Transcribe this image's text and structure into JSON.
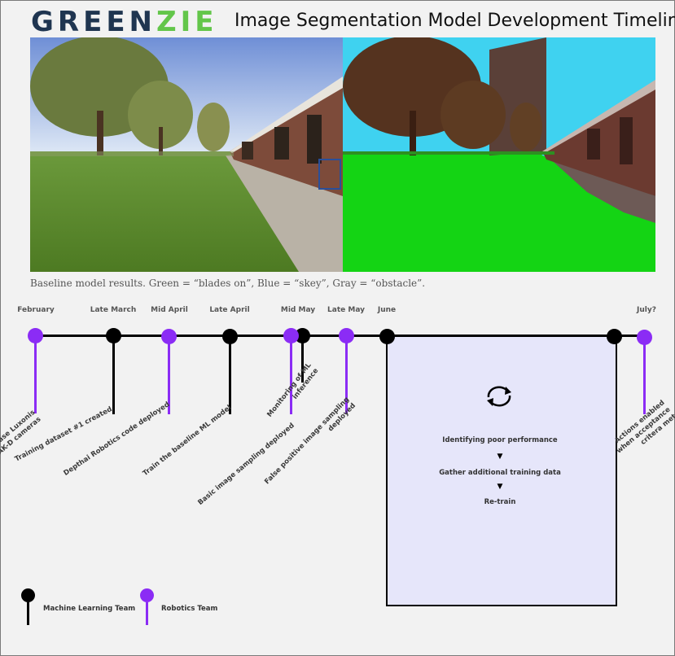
{
  "header": {
    "logo_part1": "GREEN",
    "logo_part2": "ZIE",
    "title": "Image Segmentation Model Development Timeline"
  },
  "colors": {
    "ml_team": "#000000",
    "robotics_team": "#8b2cf5",
    "segmentation_green": "#14d414",
    "segmentation_sky": "#3fd2f0",
    "loop_box_fill": "#e6e6fa"
  },
  "figure": {
    "left_image": "original-campus-photo",
    "right_image": "segmented-campus-photo",
    "caption": "Baseline model results. Green = “blades on”, Blue = “skey”, Gray = “obstacle”."
  },
  "timeline": {
    "months": [
      "February",
      "Late March",
      "Mid April",
      "Late April",
      "Mid May",
      "Late May",
      "June",
      "July?"
    ],
    "milestones": [
      {
        "team": "robotics",
        "label": "Purchase Luxonis\nOAK-D cameras"
      },
      {
        "team": "ml",
        "label": "Training dataset #1 created"
      },
      {
        "team": "robotics",
        "label": "Depthai Robotics code deployed"
      },
      {
        "team": "ml",
        "label": "Train the baseline ML model"
      },
      {
        "team": "robotics",
        "label": "Basic image sampling deployed"
      },
      {
        "team": "ml",
        "label": "Monitoring of ML\ninference"
      },
      {
        "team": "robotics",
        "label": "False positive image sampling\ndeployed"
      },
      {
        "team": "ml",
        "label": ""
      },
      {
        "team": "ml",
        "label": ""
      },
      {
        "team": "robotics",
        "label": "Actions enabled\nwhen acceptance\ncritera met"
      }
    ]
  },
  "loop": {
    "icon": "refresh-cycle-icon",
    "steps": [
      "Identifying poor performance",
      "Gather additional training data",
      "Re-train"
    ],
    "arrow_glyph": "▼"
  },
  "legend": {
    "ml_label": "Machine Learning Team",
    "robotics_label": "Robotics Team"
  }
}
